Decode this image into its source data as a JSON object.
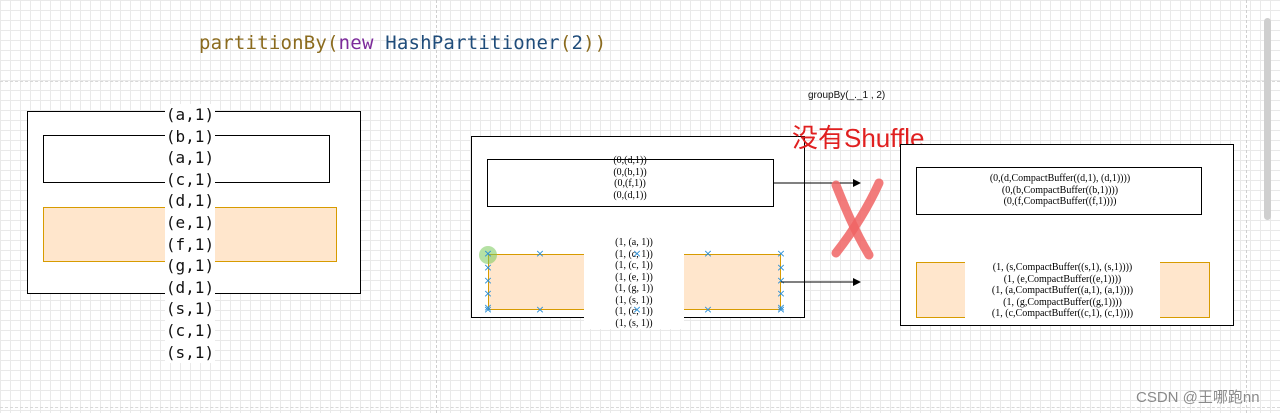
{
  "title": {
    "fn": "partitionBy",
    "paren_open": "(",
    "kw_new": "new",
    "cls": " HashPartitioner",
    "paren2": "(",
    "num": "2",
    "paren_close": "))"
  },
  "left_list": [
    "(a,1)",
    "(b,1)",
    "(a,1)",
    "(c,1)",
    "(d,1)",
    "(e,1)",
    "(f,1)",
    "(g,1)",
    "(d,1)",
    "(s,1)",
    "(c,1)",
    "(s,1)"
  ],
  "middle": {
    "top_items": [
      "(0,(d,1))",
      "(0,(b,1))",
      "(0,(f,1))",
      "(0,(d,1))"
    ],
    "bottom_items": [
      "(1, (a, 1))",
      "(1, (c, 1))",
      "(1, (c, 1))",
      "(1, (e, 1))",
      "(1, (g, 1))",
      "(1, (s, 1))",
      "(1, (c, 1))",
      "(1, (s, 1))"
    ]
  },
  "group_by_label": "groupBy(_._1 , 2)",
  "no_shuffle_label": "没有Shuffle",
  "right": {
    "top_items": [
      "(0,(d,CompactBuffer((d,1), (d,1))))",
      "(0,(b,CompactBuffer((b,1))))",
      "(0,(f,CompactBuffer((f,1))))"
    ],
    "bottom_items": [
      "(1, (s,CompactBuffer((s,1),  (s,1))))",
      "(1, (e,CompactBuffer((e,1))))",
      "(1, (a,CompactBuffer((a,1),  (a,1))))",
      "(1, (g,CompactBuffer((g,1))))",
      "(1, (c,CompactBuffer((c,1),  (c,1))))"
    ]
  },
  "watermark": "CSDN @王哪跑nn",
  "colors": {
    "peach_fill": "#ffe6cc",
    "peach_border": "#d79b00",
    "red": "#e02020",
    "handle_blue": "#2b8fd6"
  }
}
